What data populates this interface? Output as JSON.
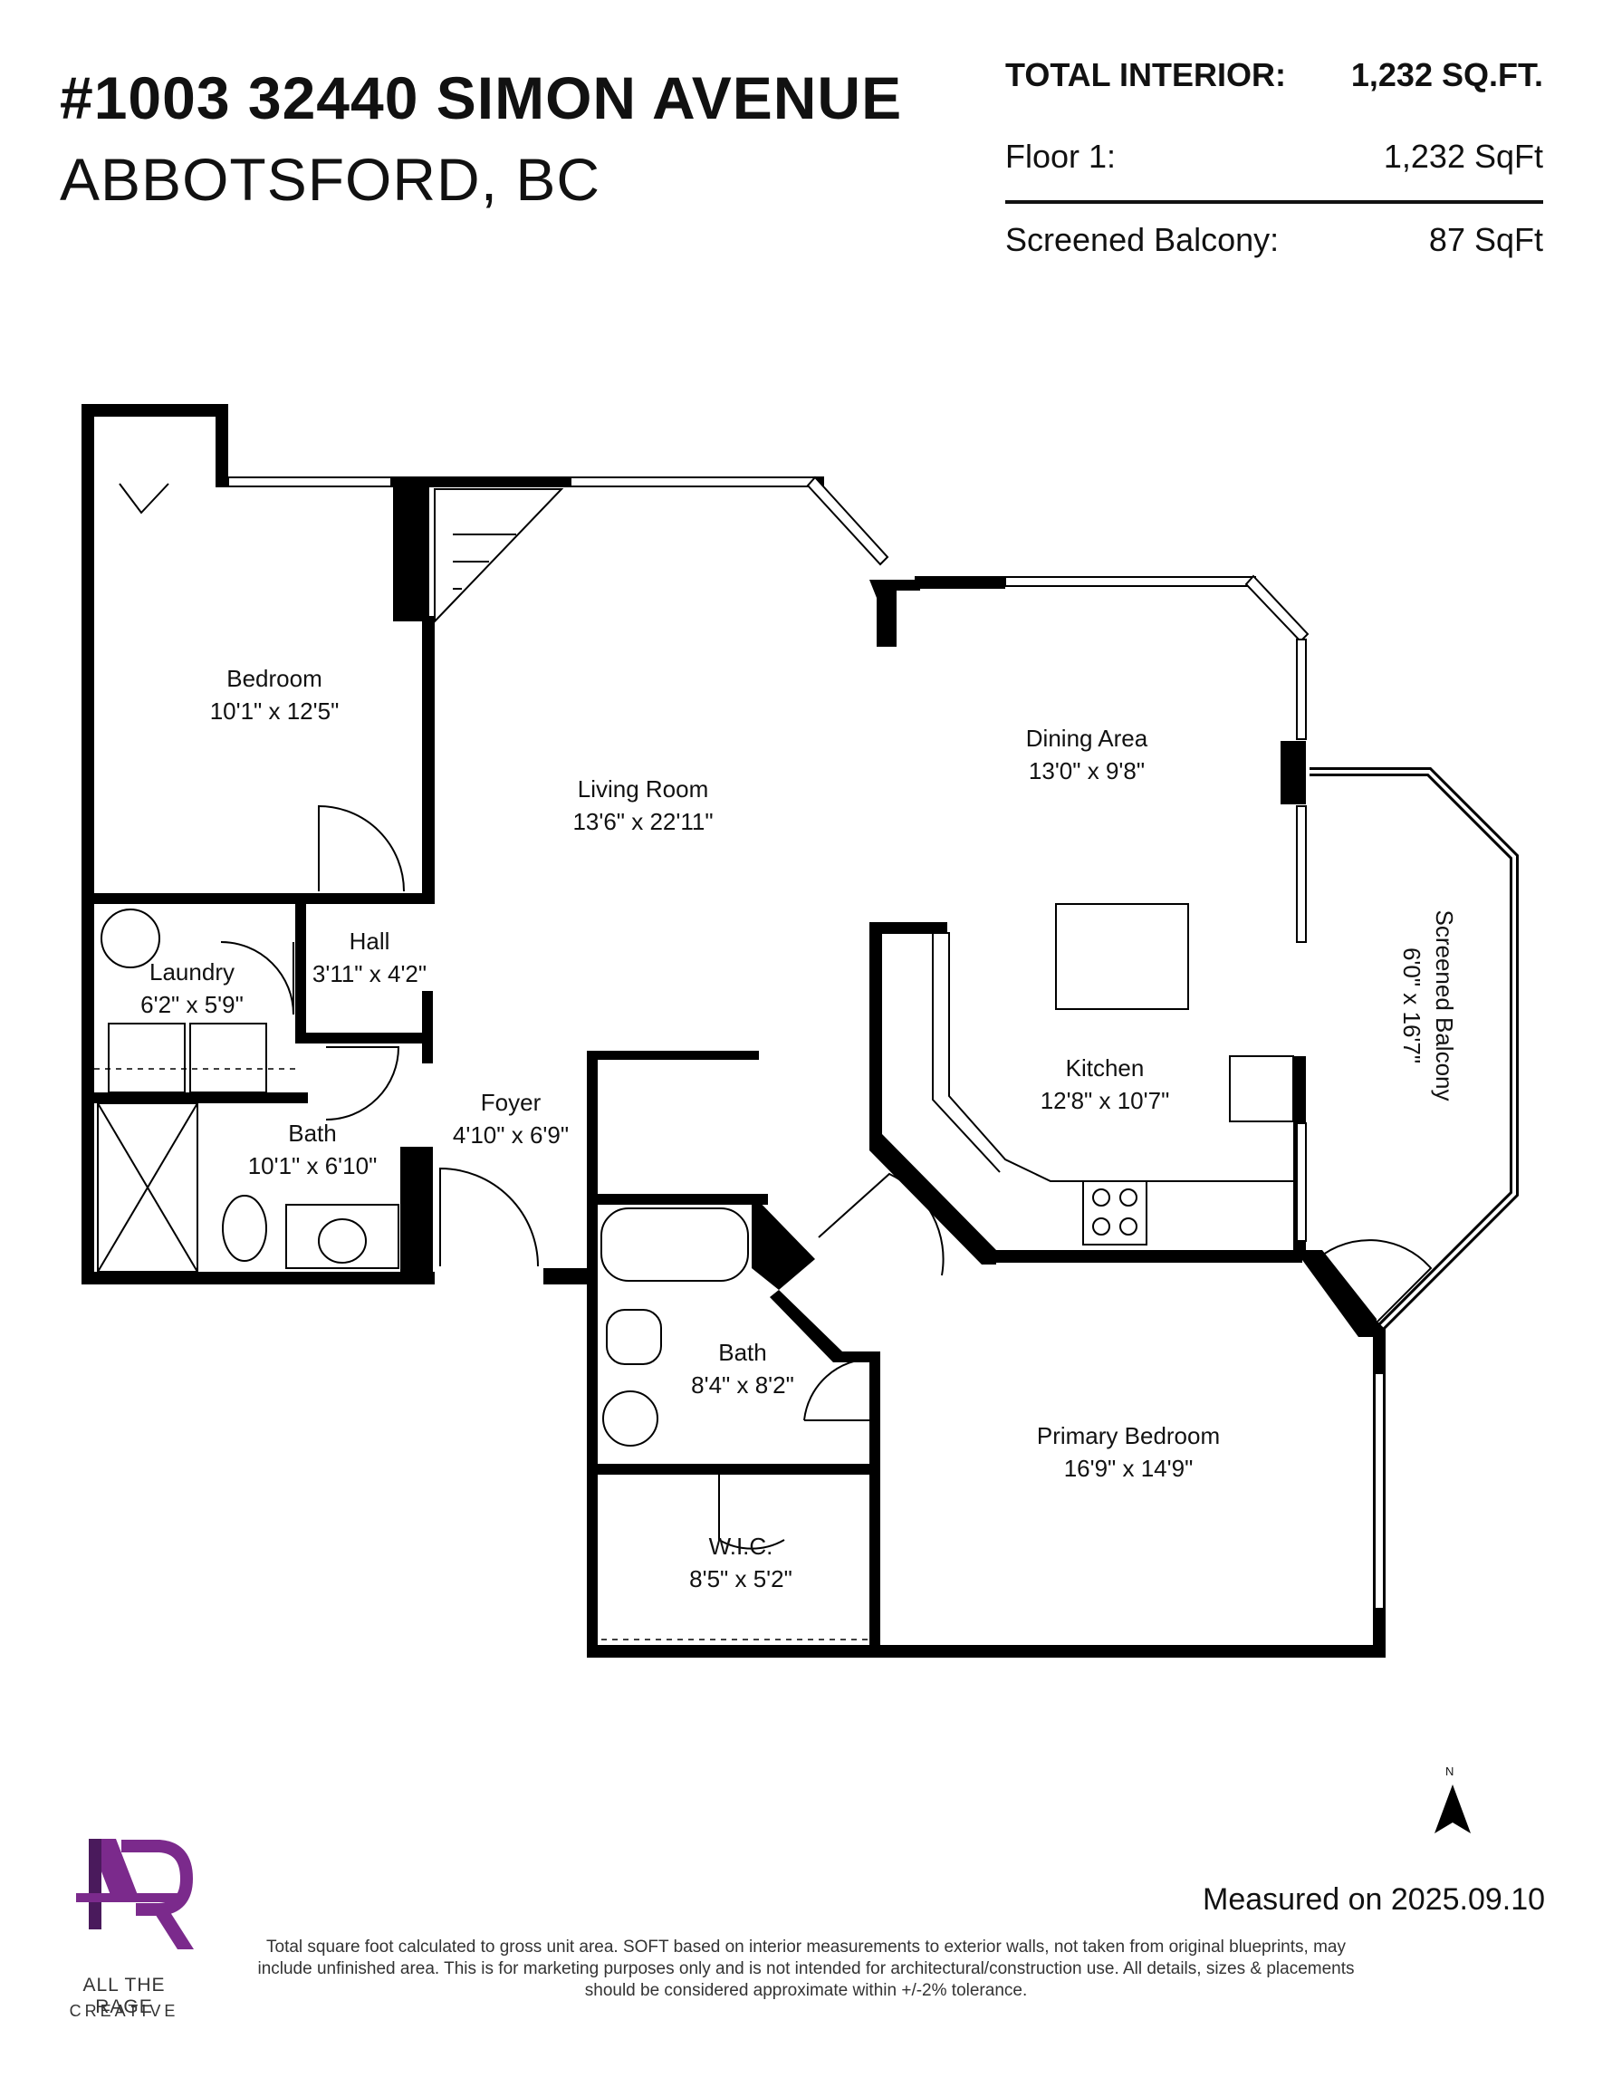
{
  "header": {
    "address_line1": "#1003 32440 SIMON AVENUE",
    "address_line2": "ABBOTSFORD, BC"
  },
  "stats": {
    "total_label": "TOTAL INTERIOR:",
    "total_value": "1,232 SQ.FT.",
    "floor_label": "Floor 1:",
    "floor_value": "1,232 SqFt",
    "balcony_label": "Screened Balcony:",
    "balcony_value": "87 SqFt"
  },
  "rooms": {
    "bedroom": {
      "name": "Bedroom",
      "dims": "10'1\" x 12'5\""
    },
    "living": {
      "name": "Living Room",
      "dims": "13'6\" x 22'11\""
    },
    "dining": {
      "name": "Dining Area",
      "dims": "13'0\" x 9'8\""
    },
    "hall": {
      "name": "Hall",
      "dims": "3'11\" x 4'2\""
    },
    "laundry": {
      "name": "Laundry",
      "dims": "6'2\" x 5'9\""
    },
    "kitchen": {
      "name": "Kitchen",
      "dims": "12'8\" x 10'7\""
    },
    "foyer": {
      "name": "Foyer",
      "dims": "4'10\" x 6'9\""
    },
    "bath1": {
      "name": "Bath",
      "dims": "10'1\" x 6'10\""
    },
    "bath2": {
      "name": "Bath",
      "dims": "8'4\" x 8'2\""
    },
    "primary": {
      "name": "Primary Bedroom",
      "dims": "16'9\" x 14'9\""
    },
    "wic": {
      "name": "W.I.C.",
      "dims": "8'5\" x 5'2\""
    },
    "balcony": {
      "name": "Screened Balcony",
      "dims": "6'0\" x 16'7\""
    }
  },
  "north_label": "N",
  "measured": "Measured on 2025.09.10",
  "disclaimer": "Total square foot calculated to gross unit area. SOFT based on interior measurements to exterior walls, not taken from original blueprints, may include unfinished area. This is for marketing purposes only and is not intended for architectural/construction use.  All details, sizes & placements should be considered approximate within +/-2% tolerance.",
  "brand": {
    "name": "ALL THE RAGE",
    "sub": "CREATIVE",
    "accent": "#7b2a8c",
    "accent_dark": "#4a1a5c"
  }
}
